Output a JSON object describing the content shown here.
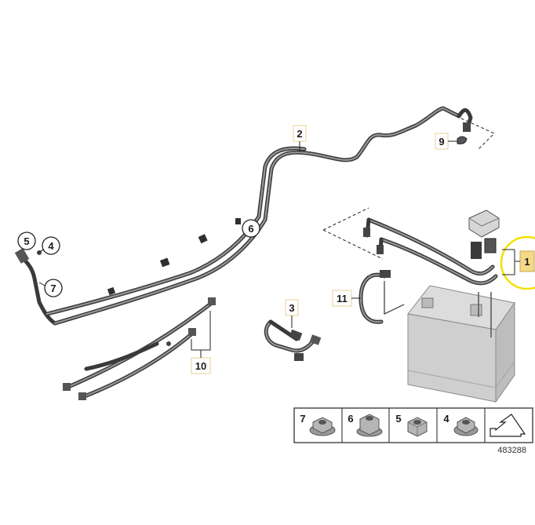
{
  "callouts": {
    "c1": "1",
    "c2": "2",
    "c3": "3",
    "c4": "4",
    "c5": "5",
    "c6": "6",
    "c7": "7",
    "c9": "9",
    "c10": "10",
    "c11": "11"
  },
  "hardware_table": {
    "cells": [
      {
        "label": "7",
        "item": "flange-nut-icon"
      },
      {
        "label": "6",
        "item": "hex-collar-nut-icon"
      },
      {
        "label": "5",
        "item": "hex-nut-icon"
      },
      {
        "label": "4",
        "item": "flange-nut-small-icon"
      },
      {
        "label": "",
        "item": "direction-arrow-icon"
      }
    ]
  },
  "drawing_number": "483288",
  "colors": {
    "highlight_fill": "#f5d98a",
    "highlight_ring": "#f2e200",
    "battery": "#cfcfcf"
  }
}
